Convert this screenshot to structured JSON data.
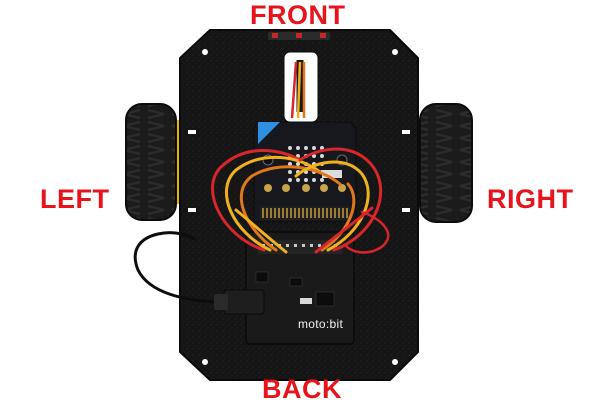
{
  "labels": {
    "front": "FRONT",
    "left": "LEFT",
    "right": "RIGHT",
    "back": "BACK"
  },
  "board": {
    "brand": "moto:bit"
  },
  "colors": {
    "label": "#e8141c",
    "chassis": "#151515",
    "tire": "#1b1b1b",
    "hub": "#e6b400",
    "board": "#1a1a1a",
    "microbit": "#16181d",
    "wire_red": "#d8262a",
    "wire_yellow": "#f0b21c",
    "wire_orange": "#e0781a"
  }
}
